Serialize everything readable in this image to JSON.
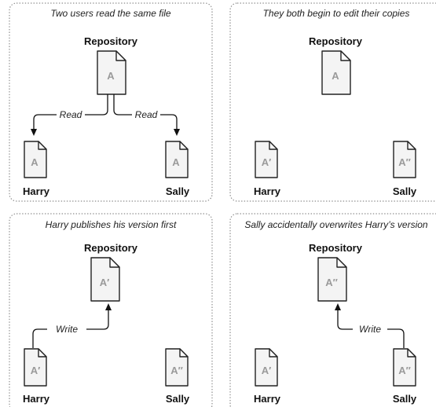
{
  "panels": [
    {
      "caption": "Two users read the same file",
      "repository": {
        "label": "Repository",
        "version": "A"
      },
      "harry": {
        "label": "Harry",
        "version": "A"
      },
      "sally": {
        "label": "Sally",
        "version": "A"
      },
      "arrows": {
        "harry": "Read",
        "sally": "Read"
      }
    },
    {
      "caption": "They both begin to edit their copies",
      "repository": {
        "label": "Repository",
        "version": "A"
      },
      "harry": {
        "label": "Harry",
        "version": "A′"
      },
      "sally": {
        "label": "Sally",
        "version": "A″"
      }
    },
    {
      "caption": "Harry publishes his version first",
      "repository": {
        "label": "Repository",
        "version": "A′"
      },
      "harry": {
        "label": "Harry",
        "version": "A′"
      },
      "sally": {
        "label": "Sally",
        "version": "A″"
      },
      "arrows": {
        "harry": "Write"
      }
    },
    {
      "caption": "Sally accidentally overwrites Harry’s version",
      "repository": {
        "label": "Repository",
        "version": "A″"
      },
      "harry": {
        "label": "Harry",
        "version": "A′"
      },
      "sally": {
        "label": "Sally",
        "version": "A″"
      },
      "arrows": {
        "sally": "Write"
      }
    }
  ]
}
